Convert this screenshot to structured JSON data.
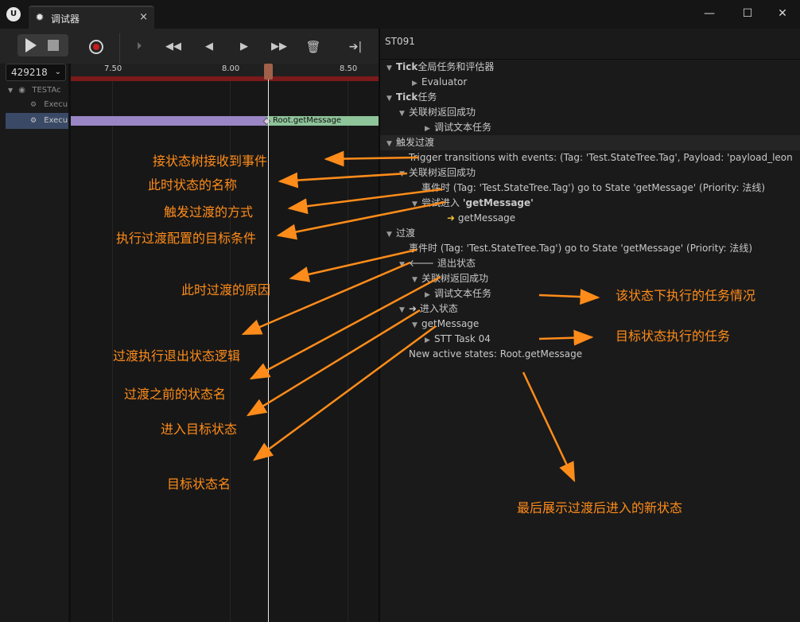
{
  "window": {
    "logo_text": "U",
    "tab_title": "调试器",
    "tab_close": "×",
    "minimize": "—",
    "maximize": "☐",
    "close": "✕"
  },
  "instance_selector": {
    "value": "429218"
  },
  "tree": [
    {
      "label": "TESTAc",
      "selected": false
    },
    {
      "label": "Execu",
      "selected": false
    },
    {
      "label": "Execu",
      "selected": true
    }
  ],
  "timeline": {
    "ticks": [
      "7.50",
      "8.00",
      "8.50"
    ],
    "track_label": "Root.getMessage"
  },
  "details": {
    "title": "ST091",
    "rows": [
      {
        "indent": 0,
        "tri": "down",
        "bold_prefix": "Tick",
        "text": "全局任务和评估器",
        "section": true
      },
      {
        "indent": 2,
        "tri": "right",
        "text": "Evaluator"
      },
      {
        "indent": 0,
        "tri": "down",
        "bold_prefix": "Tick",
        "text": "任务",
        "section": true
      },
      {
        "indent": 1,
        "tri": "down",
        "text": "关联树返回成功"
      },
      {
        "indent": 3,
        "tri": "right",
        "text": "调试文本任务"
      },
      {
        "indent": 0,
        "tri": "down",
        "text": "触发过渡",
        "section": true,
        "shaded": true
      },
      {
        "indent": 1,
        "tri": "none",
        "text": "Trigger transitions with events: (Tag: 'Test.StateTree.Tag',  Payload: 'payload_leon"
      },
      {
        "indent": 1,
        "tri": "down",
        "text": "关联树返回成功"
      },
      {
        "indent": 2,
        "tri": "none",
        "text": "事件时 (Tag: 'Test.StateTree.Tag') go to State 'getMessage' (Priority: 法线)"
      },
      {
        "indent": 2,
        "tri": "down",
        "text": "尝试进入 ",
        "bold_suffix": "'getMessage'"
      },
      {
        "indent": 4,
        "tri": "none",
        "arrow": "➜",
        "text": "getMessage"
      },
      {
        "indent": 0,
        "tri": "down",
        "text": "过渡",
        "section": true
      },
      {
        "indent": 1,
        "tri": "none",
        "text": "事件时 (Tag: 'Test.StateTree.Tag') go to State 'getMessage' (Priority: 法线)"
      },
      {
        "indent": 1,
        "tri": "down",
        "text": "🡐 退出状态"
      },
      {
        "indent": 2,
        "tri": "down",
        "text": "关联树返回成功"
      },
      {
        "indent": 3,
        "tri": "right",
        "text": "调试文本任务"
      },
      {
        "indent": 1,
        "tri": "down",
        "text": "➜ 进入状态"
      },
      {
        "indent": 2,
        "tri": "down",
        "text": "getMessage"
      },
      {
        "indent": 3,
        "tri": "right",
        "text": "STT Task 04"
      },
      {
        "indent": 1,
        "tri": "none",
        "text": "New active states: Root.getMessage"
      }
    ]
  },
  "annotations": [
    "接状态树接收到事件",
    "此时状态的名称",
    "触发过渡的方式",
    "执行过渡配置的目标条件",
    "此时过渡的原因",
    "过渡执行退出状态逻辑",
    "过渡之前的状态名",
    "进入目标状态",
    "目标状态名",
    "该状态下执行的任务情况",
    "目标状态执行的任务",
    "最后展示过渡后进入的新状态"
  ],
  "colors": {
    "annotation": "#ff8c1a",
    "record": "#c81c1c",
    "track_purple": "#9a86c4",
    "track_green": "#8ec49a",
    "selection": "#3a4a66"
  }
}
